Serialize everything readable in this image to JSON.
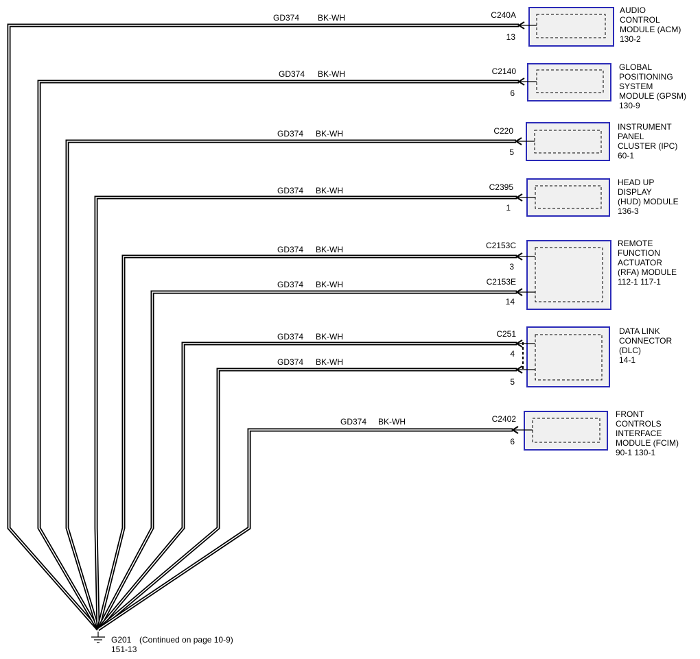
{
  "wire": {
    "circuit": "GD374",
    "color": "BK-WH"
  },
  "modules": [
    {
      "id": "acm",
      "lines": [
        "AUDIO",
        "CONTROL",
        "MODULE (ACM)",
        "130-2"
      ]
    },
    {
      "id": "gpsm",
      "lines": [
        "GLOBAL",
        "POSITIONING",
        "SYSTEM",
        "MODULE (GPSM)",
        "130-9"
      ]
    },
    {
      "id": "ipc",
      "lines": [
        "INSTRUMENT",
        "PANEL",
        "CLUSTER (IPC)",
        "60-1"
      ]
    },
    {
      "id": "hud",
      "lines": [
        "HEAD UP",
        "DISPLAY",
        "(HUD) MODULE",
        "136-3"
      ]
    },
    {
      "id": "rfa",
      "lines": [
        "REMOTE",
        "FUNCTION",
        "ACTUATOR",
        "(RFA) MODULE",
        "112-1      117-1"
      ]
    },
    {
      "id": "dlc",
      "lines": [
        "DATA LINK",
        "CONNECTOR",
        "(DLC)",
        "14-1"
      ]
    },
    {
      "id": "fcim",
      "lines": [
        "FRONT",
        "CONTROLS",
        "INTERFACE",
        "MODULE (FCIM)",
        "90-1      130-1"
      ]
    }
  ],
  "connections": [
    {
      "connector": "C240A",
      "pin": "13"
    },
    {
      "connector": "C2140",
      "pin": "6"
    },
    {
      "connector": "C220",
      "pin": "5"
    },
    {
      "connector": "C2395",
      "pin": "1"
    },
    {
      "connector": "C2153C",
      "pin": "3"
    },
    {
      "connector": "C2153E",
      "pin": "14"
    },
    {
      "connector": "C251",
      "pin": "4"
    },
    {
      "connector": "",
      "pin": "5"
    },
    {
      "connector": "C2402",
      "pin": "6"
    }
  ],
  "ground": {
    "name": "G201",
    "note": "(Continued on page 10-9)",
    "ref": "151-13"
  },
  "colors": {
    "module_border": "#2b2bb8",
    "module_fill": "#f0f0f0",
    "wire": "#000000"
  }
}
